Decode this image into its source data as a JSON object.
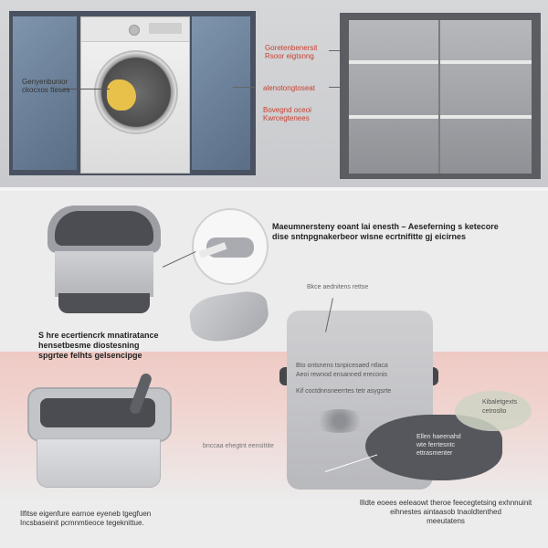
{
  "top_left": {
    "washer_brand": "",
    "left_label_line1": "Genyenbunior",
    "left_label_line2": "ckocxos tteses",
    "right_label_1_line1": "Goretenbenersit",
    "right_label_1_line2": "Rsoor eigtsnng",
    "right_label_2": "alenotongtoseat",
    "right_label_3_line1": "Bovegnd oceoi",
    "right_label_3_line2": "Kwrcegtenees"
  },
  "bottom": {
    "headline_line1": "Maeumnersteny eoant lai enesth – Aeseferning s ketecore",
    "headline_line2": "dise sntnpgnakerbeor  wisne ecrtnifitte gj eicirnes",
    "left_text_line1": "S hre ecertiencrk  mnatiratance",
    "left_text_line2": "hensetbesme  diostesning",
    "left_text_line3": "spgrtee felhts gelsencipge",
    "card_label_top": "Bkce aednitens rettse",
    "card_line1": "Bto ontsnens tsnpicesaed ntlaca",
    "card_line2": "Aeoi rewnod  ensanned ereconis",
    "card_line3": "Kif  coctdnnsneerrtes tetr  asygsrte",
    "card_dark_line1": "Ellen haeenahd",
    "card_dark_line2": "wte ferrtesntc",
    "card_dark_line3": "ettrasmenter",
    "bubble_right_line1": "Kibaletgexts",
    "bubble_right_line2": "cetroslto",
    "bin_label": "bnccaa ehegtnt eensittite",
    "caption_left_line1": "Ilfitse eigenfure earnoe eyeneb tgegfuen",
    "caption_left_line2": "Incsbaseinit pcmnmtieoce tegeknittue.",
    "caption_right_line1": "Illdte eoees eeleaowt theroe feecegtetsing exhnnuinit",
    "caption_right_line2": "eihnestes aintaasob tnaoldtenthed",
    "caption_right_line3": "meeutatens"
  }
}
